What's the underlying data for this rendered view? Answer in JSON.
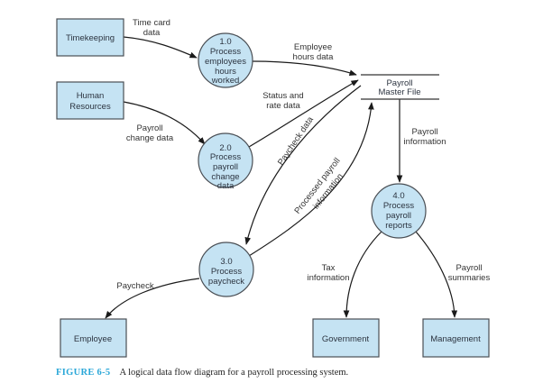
{
  "entities": {
    "timekeeping": "Timekeeping",
    "human_resources": [
      "Human",
      "Resources"
    ],
    "employee": "Employee",
    "government": "Government",
    "management": "Management"
  },
  "processes": {
    "p1": [
      "1.0",
      "Process",
      "employees",
      "hours",
      "worked"
    ],
    "p2": [
      "2.0",
      "Process",
      "payroll",
      "change",
      "data"
    ],
    "p3": [
      "3.0",
      "Process",
      "paycheck"
    ],
    "p4": [
      "4.0",
      "Process",
      "payroll",
      "reports"
    ]
  },
  "data_store": [
    "Payroll",
    "Master File"
  ],
  "flows": {
    "time_card": [
      "Time card",
      "data"
    ],
    "employee_hours": [
      "Employee",
      "hours data"
    ],
    "status_rate": [
      "Status and",
      "rate data"
    ],
    "payroll_change": [
      "Payroll",
      "change data"
    ],
    "paycheck_data": "Paycheck data",
    "processed_payroll": [
      "Processed payroll",
      "information"
    ],
    "payroll_information": [
      "Payroll",
      "information"
    ],
    "paycheck": "Paycheck",
    "tax_information": [
      "Tax",
      "information"
    ],
    "payroll_summaries": [
      "Payroll",
      "summaries"
    ]
  },
  "caption": {
    "figure_number": "FIGURE 6-5",
    "text": "A logical data flow diagram for a payroll processing system."
  },
  "colors": {
    "node_fill": "#c5e3f3",
    "figure_label": "#2aa7d8"
  }
}
